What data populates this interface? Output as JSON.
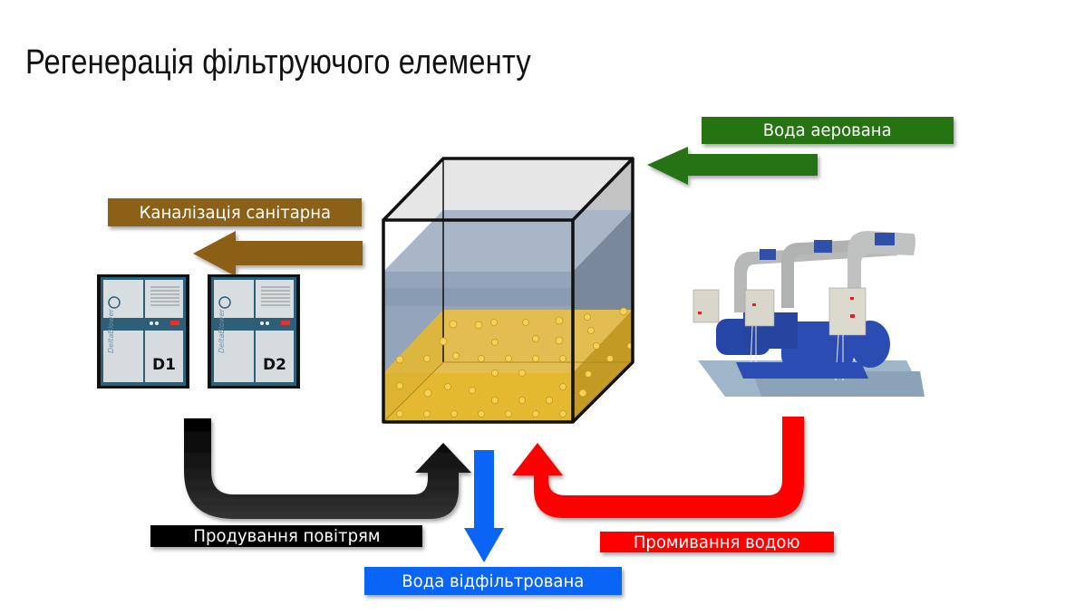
{
  "slide": {
    "title": "Регенерація фільтруючого елементу"
  },
  "labels": {
    "sewage": "Каналізація санітарна",
    "aerated_water": "Вода аерована",
    "air_blowing": "Продування повітрям",
    "filtered_water": "Вода відфільтрована",
    "water_washing": "Промивання водою"
  },
  "blowers": [
    {
      "tag": "D1",
      "brand": "DeltaBlower"
    },
    {
      "tag": "D2",
      "brand": "DeltaBlower"
    }
  ],
  "colors": {
    "sewage": "#8B6118",
    "aerated": "#267312",
    "air": "#000000",
    "filtered": "#0A64F5",
    "washing": "#FF0000",
    "filter_media": "#E4B92F",
    "water": "#8C9DB5"
  }
}
